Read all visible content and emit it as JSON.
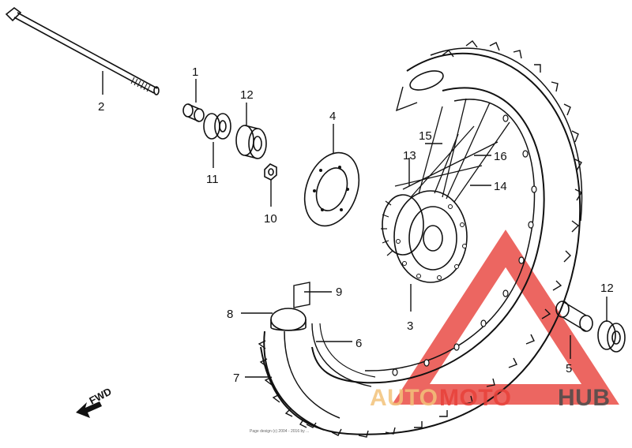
{
  "callouts": {
    "p1": "1",
    "p2": "2",
    "p3": "3",
    "p4": "4",
    "p5": "5",
    "p6": "6",
    "p7": "7",
    "p8": "8",
    "p9": "9",
    "p10": "10",
    "p11": "11",
    "p12a": "12",
    "p12b": "12",
    "p13": "13",
    "p14": "14",
    "p15": "15",
    "p16": "16"
  },
  "direction_label": "FWD",
  "watermark": {
    "brand_auto": "AUTO",
    "brand_moto": "MOTO",
    "brand_hub": "HUB",
    "color_primary": "#e8413a",
    "color_secondary": "#f3c27a",
    "color_dark": "#4a4a4a"
  },
  "footer_copyright": "Page design (c) 2004 - 2016 by ..."
}
